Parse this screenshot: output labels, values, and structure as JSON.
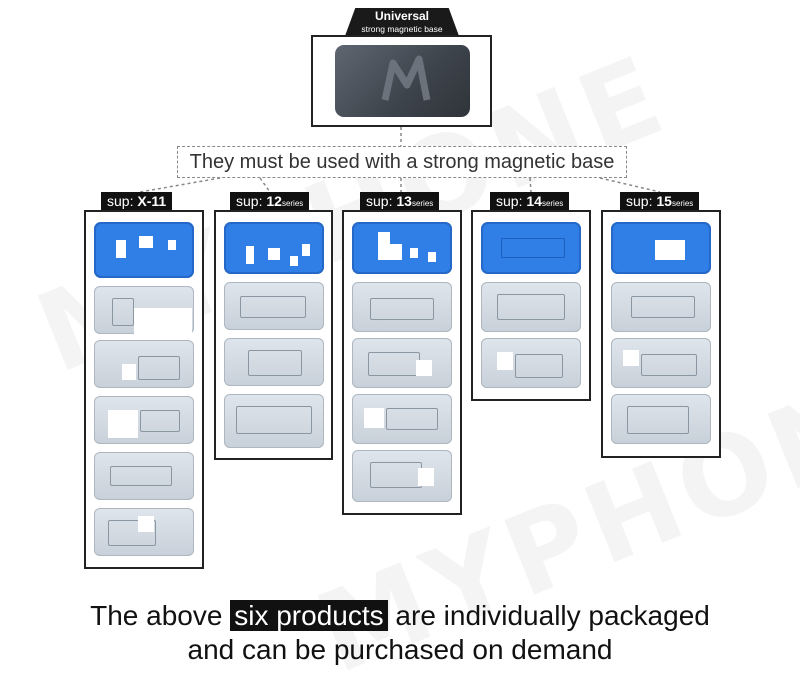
{
  "watermark": "MYPHONE",
  "base": {
    "title": "Universal",
    "subtitle": "strong magnetic base"
  },
  "message": "They must be used with a strong magnetic base",
  "series": [
    {
      "sup": "sup:",
      "model": "X-11",
      "suffix": "",
      "plate_count": 6
    },
    {
      "sup": "sup:",
      "model": "12",
      "suffix": "series",
      "plate_count": 4
    },
    {
      "sup": "sup:",
      "model": "13",
      "suffix": "series",
      "plate_count": 5
    },
    {
      "sup": "sup:",
      "model": "14",
      "suffix": "series",
      "plate_count": 3
    },
    {
      "sup": "sup:",
      "model": "15",
      "suffix": "series",
      "plate_count": 4
    }
  ],
  "bottom": {
    "line1_pre": "The above",
    "line1_highlight": "six products",
    "line1_post": "are individually packaged",
    "line2": "and can be purchased on demand"
  },
  "colors": {
    "blue_plate": "#2f7fe6",
    "silver_plate": "#d4dbe3",
    "dark_base": "#3d434b",
    "label_bg": "#111111"
  }
}
